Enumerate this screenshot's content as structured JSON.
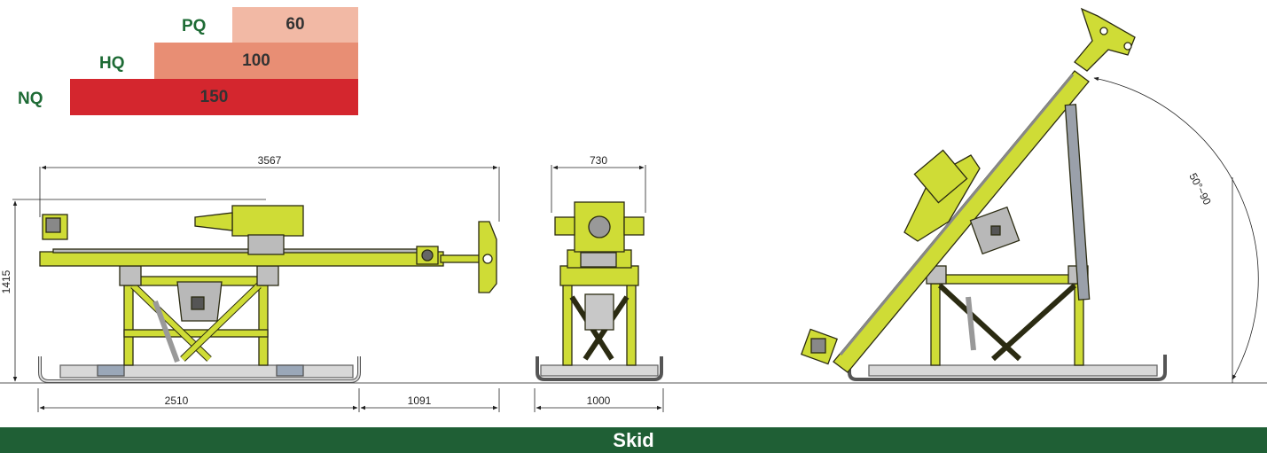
{
  "capacity_bars": [
    {
      "label": "PQ",
      "value": "60",
      "color": "#f2b9a5"
    },
    {
      "label": "HQ",
      "value": "100",
      "color": "#e88e74"
    },
    {
      "label": "NQ",
      "value": "150",
      "color": "#d4262e"
    }
  ],
  "dimensions": {
    "side_length": "3567",
    "height": "1415",
    "skid_length": "2510",
    "overhang": "1091",
    "front_width": "730",
    "base_width": "1000",
    "angle_range": "50°~90"
  },
  "footer": {
    "title": "Skid"
  },
  "colors": {
    "machine": "#cfdc36",
    "outline": "#2b2b12",
    "footer_bg": "#1f5f35",
    "label_green": "#1e6b35"
  }
}
